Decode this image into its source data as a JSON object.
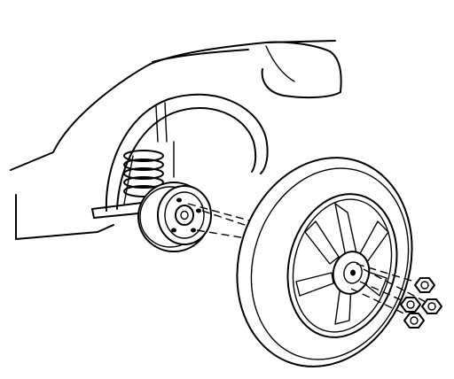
{
  "figure": {
    "kind": "line-art illustration",
    "colors": {
      "line": "#000000",
      "background": "#ffffff"
    },
    "parts": [
      "vehicle-body",
      "wheel-arch",
      "coil-spring",
      "brake-drum-hub",
      "wheel-studs",
      "tire",
      "alloy-rim",
      "lug-nuts"
    ],
    "lug_nut_count": 4
  }
}
